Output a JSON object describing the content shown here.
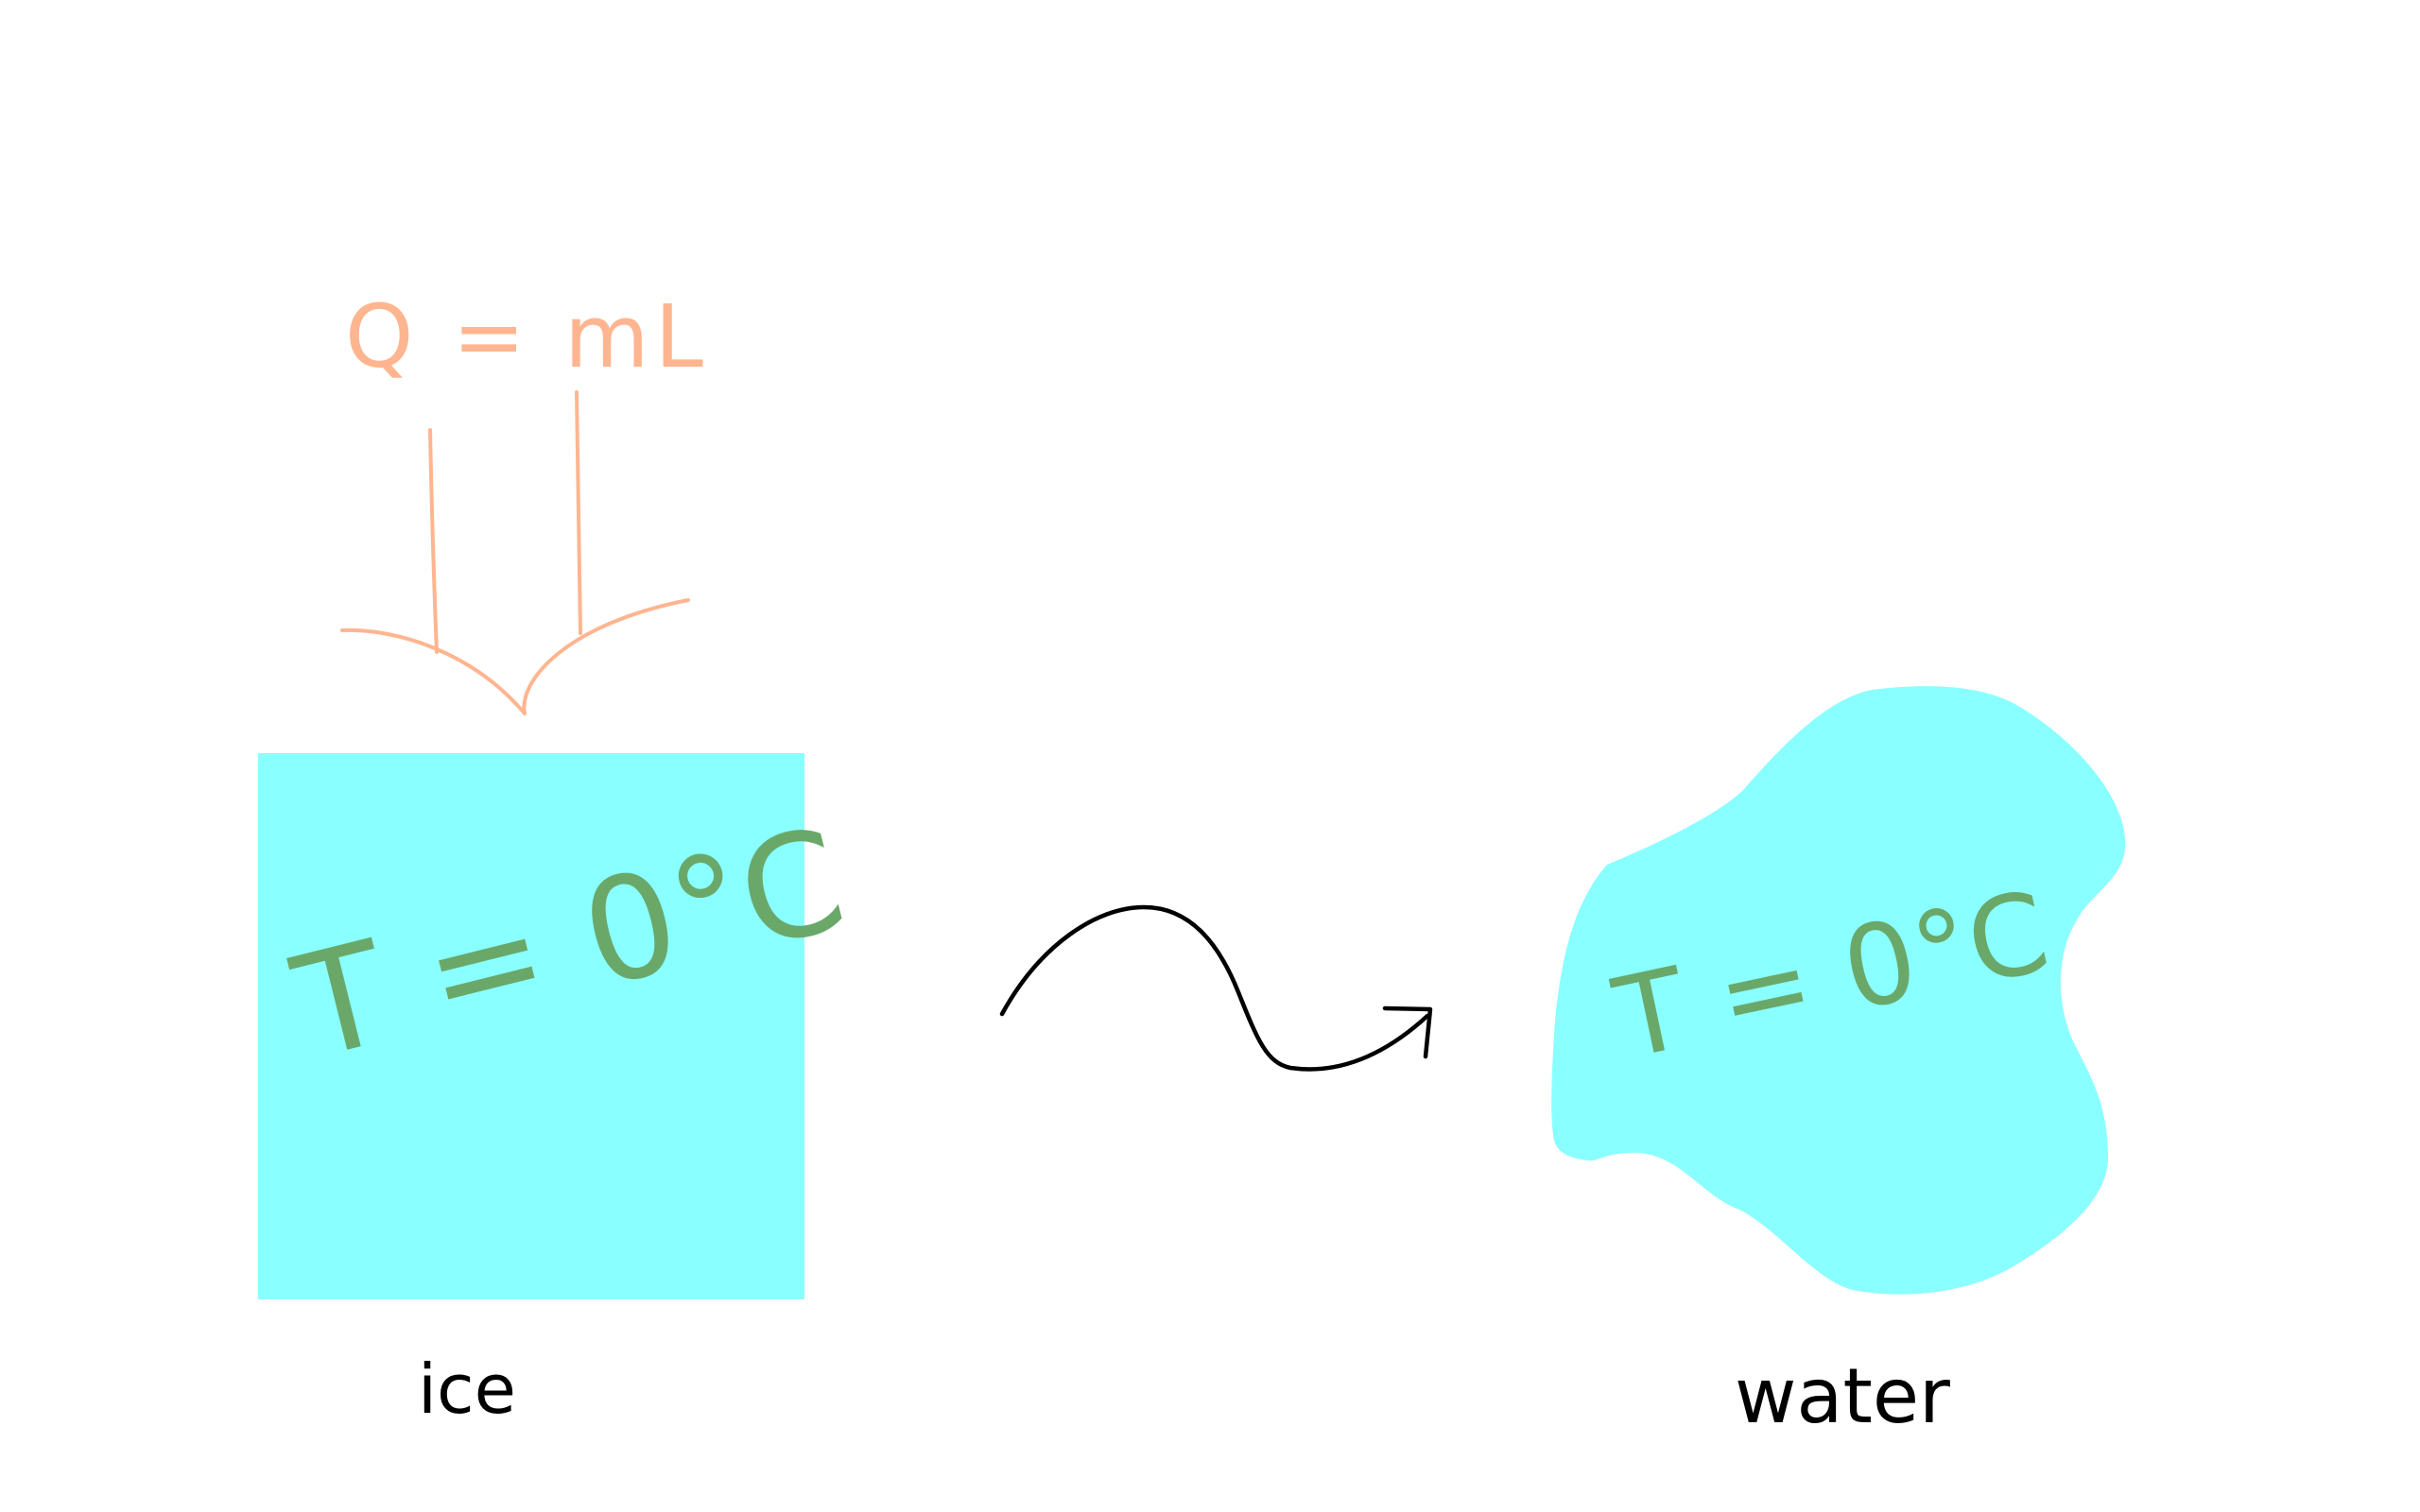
{
  "diagram": {
    "heat_label": "Q = mL",
    "ice": {
      "temperature_label": "T = 0°C",
      "caption": "ice"
    },
    "water": {
      "temperature_label": "T = 0°C",
      "caption": "water"
    }
  },
  "colors": {
    "background": "#ffffff",
    "ice_fill": "#8affff",
    "water_fill": "#8affff",
    "heat_stroke": "#ffb58f",
    "temperature_text": "#6aa86a",
    "caption_text": "#000000",
    "transition_arrow": "#000000"
  },
  "icons": {
    "heat_arrow": "down-arrow-icon",
    "transition_arrow": "squiggle-arrow-icon"
  }
}
